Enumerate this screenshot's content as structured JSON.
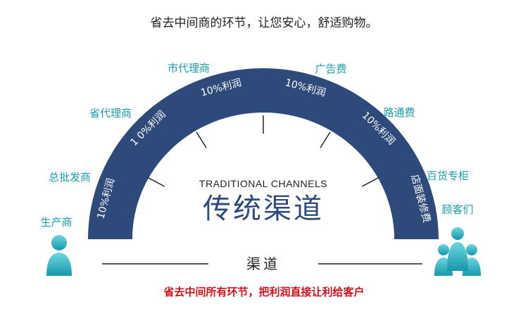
{
  "header": {
    "tagline": "省去中间商的环节，让您安心，舒适购物。"
  },
  "arch": {
    "subtitle": "TRADITIONAL CHANNELS",
    "title": "传统渠道",
    "segments": [
      "10%利润",
      "1 0%利润",
      "10%利润",
      "10%利润",
      "10%利润",
      "店面装修费"
    ]
  },
  "chain": {
    "labels": [
      "总批发商",
      "省代理商",
      "市代理商",
      "广告费",
      "路通费",
      "百货专柜"
    ]
  },
  "ends": {
    "producer": "生产商",
    "customers": "顾客们"
  },
  "footer": {
    "channel_label": "渠道",
    "slogan": "省去中间所有环节，把利润直接让利给客户"
  },
  "colors": {
    "arch_navy": "#2e4a7a",
    "teal": "#1a9db0",
    "slogan_red": "#d0121b",
    "text_dark": "#222222"
  }
}
